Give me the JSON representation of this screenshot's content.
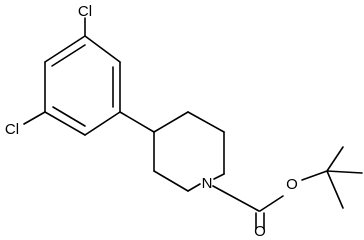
{
  "molecule": {
    "atoms": {
      "cl_top": "Cl",
      "cl_left": "Cl",
      "nitrogen": "N",
      "carbonyl_oxygen": "O",
      "ester_oxygen": "O"
    }
  }
}
